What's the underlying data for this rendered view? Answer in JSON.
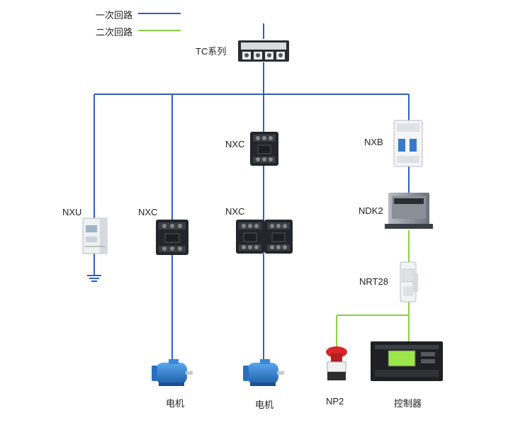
{
  "legend": {
    "primary": {
      "label": "一次回路",
      "color": "#2f5fbf"
    },
    "secondary": {
      "label": "二次回路",
      "color": "#8ccf4a"
    }
  },
  "components": {
    "tc": "TC系列",
    "nxu": "NXU",
    "nxc_left": "NXC",
    "nxc_top": "NXC",
    "nxc_mid": "NXC",
    "nxb": "NXB",
    "ndk2": "NDK2",
    "nrt28": "NRT28",
    "np2": "NP2",
    "controller": "控制器",
    "motor1": "电机",
    "motor2": "电机"
  }
}
